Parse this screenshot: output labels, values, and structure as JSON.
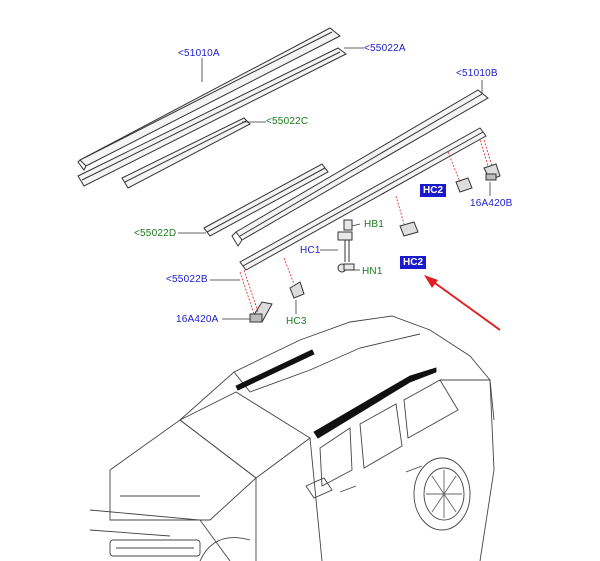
{
  "labels": {
    "l51010a": "<51010A",
    "l55022a": "<55022A",
    "l55022c": "<55022C",
    "l51010b": "<51010B",
    "l55022d": "<55022D",
    "l55022b": "<55022B",
    "l16a420a": "16A420A",
    "l16a420b": "16A420B",
    "hb1": "HB1",
    "hc1": "HC1",
    "hn1": "HN1",
    "hc3": "HC3",
    "hc2_top": "HC2",
    "hc2_bottom": "HC2"
  },
  "colors": {
    "callout_blue": "#1a1acc",
    "callout_green": "#1a7a1a",
    "leader_red": "#e02020",
    "arrow_red": "#e02020",
    "line_art": "#333333"
  }
}
